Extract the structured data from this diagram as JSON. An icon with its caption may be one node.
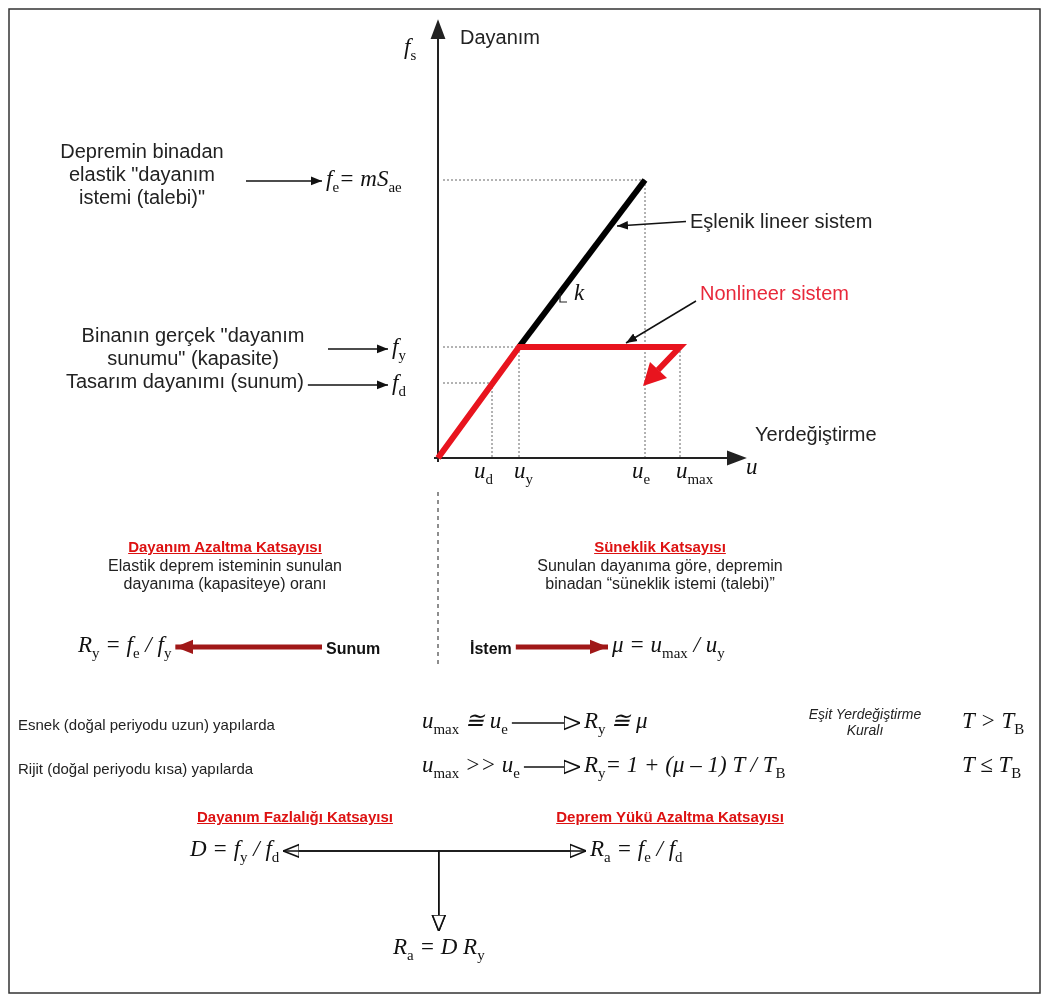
{
  "diagram": {
    "nodes": [
      {
        "text": [
          "Depremin binadan elastik \"dayanım istemi (talebi)\""
        ]
      },
      {
        "text": [
          "f$_{e}$= mS$_{ae}$"
        ]
      },
      {
        "text": [
          "Binanın gerçek \"dayanım sunumu\" (kapasite)"
        ]
      },
      {
        "text": [
          "f$_{y}$"
        ]
      },
      {
        "text": [
          "Tasarım dayanımı (sunum)"
        ]
      },
      {
        "text": [
          "f$_{d}$"
        ]
      },
      {
        "text": [
          "Eşlenik lineer sistem"
        ]
      },
      {
        "text": [
          "Nonlineer sistem"
        ]
      },
      {
        "text": [
          "R$_{y}$ = f$_{e}$ / f$_{y}$"
        ]
      },
      {
        "text": [
          "Sunum"
        ]
      },
      {
        "text": [
          "İstem"
        ]
      },
      {
        "text": [
          "μ = u$_{max}$ / u$_{y}$"
        ]
      },
      {
        "text": [
          "u$_{max}$ ≅ u$_{e}$"
        ]
      },
      {
        "text": [
          "R$_{y}$ ≅ μ"
        ]
      },
      {
        "text": [
          "u$_{max}$ >> u$_{e}$"
        ]
      },
      {
        "text": [
          "R$_{y}$= 1 + (μ – 1) T / T$_{B}$"
        ]
      },
      {
        "text": [
          "D = f$_{y}$ / f$_{d}$"
        ]
      },
      {
        "text": [
          "R$_{a}$ = f$_{e}$ / f$_{d}$"
        ]
      },
      {
        "text": [
          "R$_{a}$ = D R$_{y}$"
        ]
      }
    ],
    "edges": [
      {
        "from": 0,
        "to": 1,
        "arrow": "to"
      },
      {
        "from": 2,
        "to": 3,
        "arrow": "to"
      },
      {
        "from": 4,
        "to": 5,
        "arrow": "to"
      },
      {
        "from": 6,
        "to": null,
        "arrow": "to"
      },
      {
        "from": 7,
        "to": null,
        "arrow": "to"
      },
      {
        "from": 9,
        "to": 8,
        "arrow": "to",
        "style": "thick",
        "color": "#a01818"
      },
      {
        "from": 10,
        "to": 11,
        "arrow": "to",
        "style": "thick",
        "color": "#a01818"
      },
      {
        "from": 12,
        "to": 13,
        "arrow": "to"
      },
      {
        "from": 14,
        "to": 15,
        "arrow": "to"
      },
      {
        "from": 16,
        "to": 17,
        "arrow": "both"
      },
      {
        "from": 16,
        "to": 18,
        "arrow": "to"
      },
      {
        "from": 17,
        "to": 18,
        "arrow": "to"
      }
    ],
    "labels": [
      "Dayanım",
      "f$_{s}$",
      "k",
      "Yerdeğiştirme",
      "u$_{d}$",
      "u$_{y}$",
      "u$_{e}$",
      "u$_{max}$",
      "u",
      "Dayanım Azaltma Katsayısı",
      "Elastik deprem isteminin sunulan dayanıma (kapasiteye) oranı",
      "Süneklik Katsayısı",
      "Sunulan dayanıma göre, depremin binadan “süneklik istemi (talebi)”",
      "Esnek (doğal periyodu uzun) yapılarda",
      "Eşit Yerdeğiştirme Kuralı",
      "T > T$_{B}$",
      "Rijit (doğal periyodu kısa) yapılarda",
      "T ≤ T$_{B}$",
      "Dayanım Fazlalığı Katsayısı",
      "Deprem Yükü Azaltma Katsayısı"
    ]
  }
}
